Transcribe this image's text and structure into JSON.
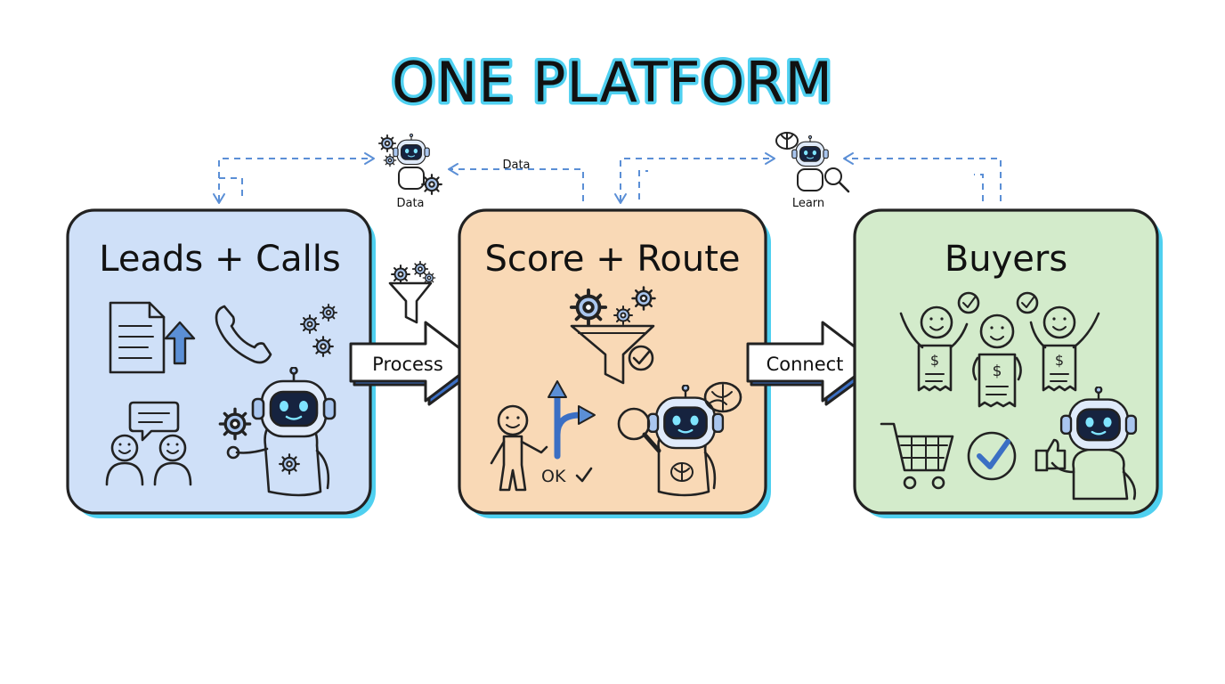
{
  "title": "ONE PLATFORM",
  "panels": [
    {
      "title": "Leads + Calls",
      "color": "#cfe0f8"
    },
    {
      "title": "Score + Route",
      "color": "#f9d9b6",
      "ok_label": "OK"
    },
    {
      "title": "Buyers",
      "color": "#d3ebcb"
    }
  ],
  "arrows": [
    {
      "label": "Process"
    },
    {
      "label": "Connect"
    }
  ],
  "feedback": {
    "left_top_label": "Data",
    "left_bottom_label": "Data",
    "right_label": "Learn"
  },
  "colors": {
    "accent_blue": "#3b6fc4",
    "glow_cyan": "#4fd0f0",
    "dashed_line": "#5b8fd6",
    "robot_screen": "#16233f",
    "robot_eyes": "#7fe4ff"
  },
  "icons": [
    "document-upload-icon",
    "phone-icon",
    "gear-icon",
    "chat-bubble-icon",
    "people-icon",
    "robot-icon",
    "funnel-icon",
    "route-arrow-icon",
    "stick-person-icon",
    "magnifier-icon",
    "brain-icon",
    "buyer-icon",
    "invoice-icon",
    "shopping-cart-icon",
    "checkmark-icon",
    "thumbs-up-icon"
  ]
}
